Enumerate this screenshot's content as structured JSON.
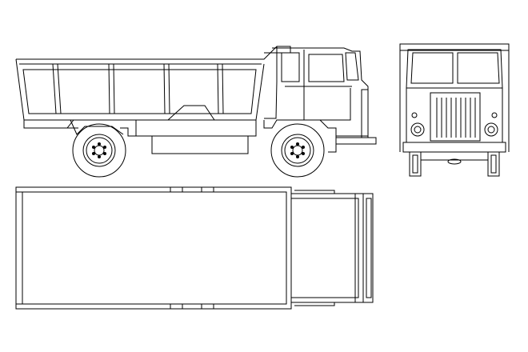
{
  "drawing": {
    "subject": "dump-truck",
    "views": [
      "side",
      "front",
      "top"
    ],
    "line_color": "#000000",
    "background": "#ffffff"
  }
}
